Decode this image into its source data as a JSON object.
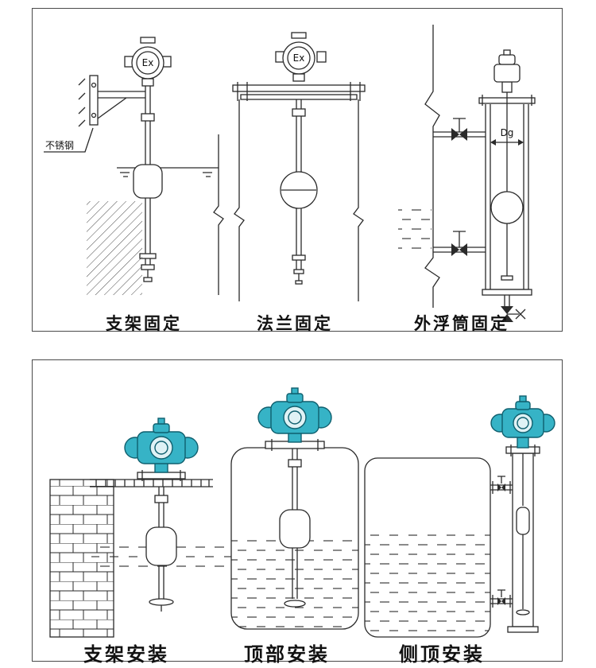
{
  "page": {
    "background": "#ffffff"
  },
  "colors": {
    "line": "#2a2a2a",
    "panel_border": "#4a4a4a",
    "teal": "#36b3c6",
    "teal_dark": "#0f5f6e"
  },
  "top_panel": {
    "diagrams": [
      {
        "id": "bracket-fixed",
        "caption": "支架固定",
        "labels": {
          "device": "Ex",
          "material": "不锈钢"
        }
      },
      {
        "id": "flange-fixed",
        "caption": "法兰固定",
        "labels": {
          "device": "Ex"
        }
      },
      {
        "id": "external-chamber-fixed",
        "caption": "外浮筒固定",
        "labels": {
          "diameter": "Dg"
        }
      }
    ]
  },
  "bottom_panel": {
    "diagrams": [
      {
        "id": "bracket-install",
        "caption": "支架安装"
      },
      {
        "id": "top-install",
        "caption": "顶部安装"
      },
      {
        "id": "side-top-install",
        "caption": "侧顶安装"
      }
    ]
  }
}
